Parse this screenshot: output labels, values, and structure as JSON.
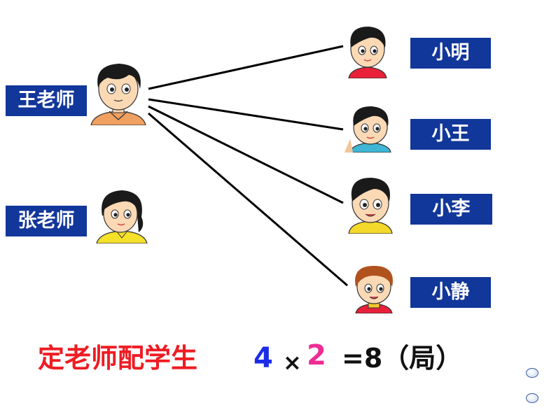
{
  "teachers": [
    {
      "label": "王老师"
    },
    {
      "label": "张老师"
    }
  ],
  "students": [
    {
      "label": "小明"
    },
    {
      "label": "小王"
    },
    {
      "label": "小李"
    },
    {
      "label": "小静"
    }
  ],
  "formula": {
    "text": "定老师配学生",
    "factor1": "4",
    "times": "×",
    "factor2": "2",
    "result": "=8（局）"
  },
  "colors": {
    "label_bg": "#12379a",
    "formula_text": "#ee1c23",
    "factor1": "#1a2be8",
    "factor2": "#ee2c93"
  }
}
